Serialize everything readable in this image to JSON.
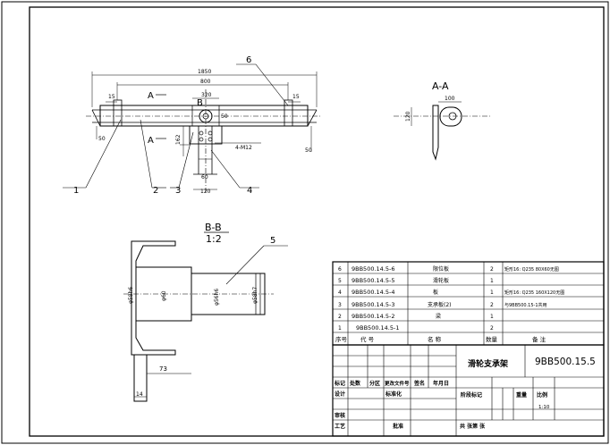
{
  "main_view": {
    "leaders": [
      "1",
      "2",
      "3",
      "4",
      "6"
    ],
    "dims": {
      "overall": "1850",
      "inner": "800",
      "center": "320",
      "left_end": "15",
      "right_end": "15",
      "left_h": "50",
      "right_h": "50",
      "mid_h": "50",
      "v1": "162",
      "v2": "60",
      "v3": "120",
      "holes": "4-M12"
    },
    "section_marks": [
      "A",
      "A",
      "B"
    ]
  },
  "section_aa": {
    "title": "A-A",
    "dims": {
      "height": "120",
      "width": "100"
    }
  },
  "section_bb": {
    "title": "B-B",
    "scale": "1:2",
    "leader": "5",
    "dims": {
      "d1": "φ58h6",
      "d2": "φ60",
      "d3": "φ56h6",
      "d4": "φ58h7",
      "len": "73",
      "base": "14"
    }
  },
  "parts_table": {
    "rows": [
      {
        "no": "6",
        "code": "9BB500.14.5-6",
        "name": "限位板",
        "qty": "2",
        "note": "矩形16: Q235 80X60无图"
      },
      {
        "no": "5",
        "code": "9BB500.14.5-5",
        "name": "滑轮板",
        "qty": "1",
        "note": ""
      },
      {
        "no": "4",
        "code": "9BB500.14.5-4",
        "name": "板",
        "qty": "1",
        "note": "矩形16: Q235 160X120无图"
      },
      {
        "no": "3",
        "code": "9BB500.14.5-3",
        "name": "支承板(2)",
        "qty": "2",
        "note": "与9BB500.15-1共用"
      },
      {
        "no": "2",
        "code": "9BB500.14.5-2",
        "name": "梁",
        "qty": "1",
        "note": ""
      },
      {
        "no": "1",
        "code": "9BB500.14.5-1",
        "name": "",
        "qty": "2",
        "note": ""
      }
    ],
    "header": {
      "no": "序号",
      "code": "代 号",
      "name": "名 称",
      "qty": "数量",
      "note": "备 注"
    }
  },
  "title_block": {
    "drawing_name": "滑轮支承架",
    "drawing_no": "9BB500.15.5",
    "scale_value": "1:10",
    "labels": {
      "mark": "标记",
      "count": "处数",
      "zone": "分区",
      "doc": "更改文件号",
      "sign": "签名",
      "date": "年月日",
      "design": "设计",
      "std": "标准化",
      "stage": "阶段标记",
      "weight": "重量",
      "scale": "比例",
      "review": "审核",
      "process": "工艺",
      "approve": "批准",
      "sheets": "共  张第  张"
    }
  }
}
